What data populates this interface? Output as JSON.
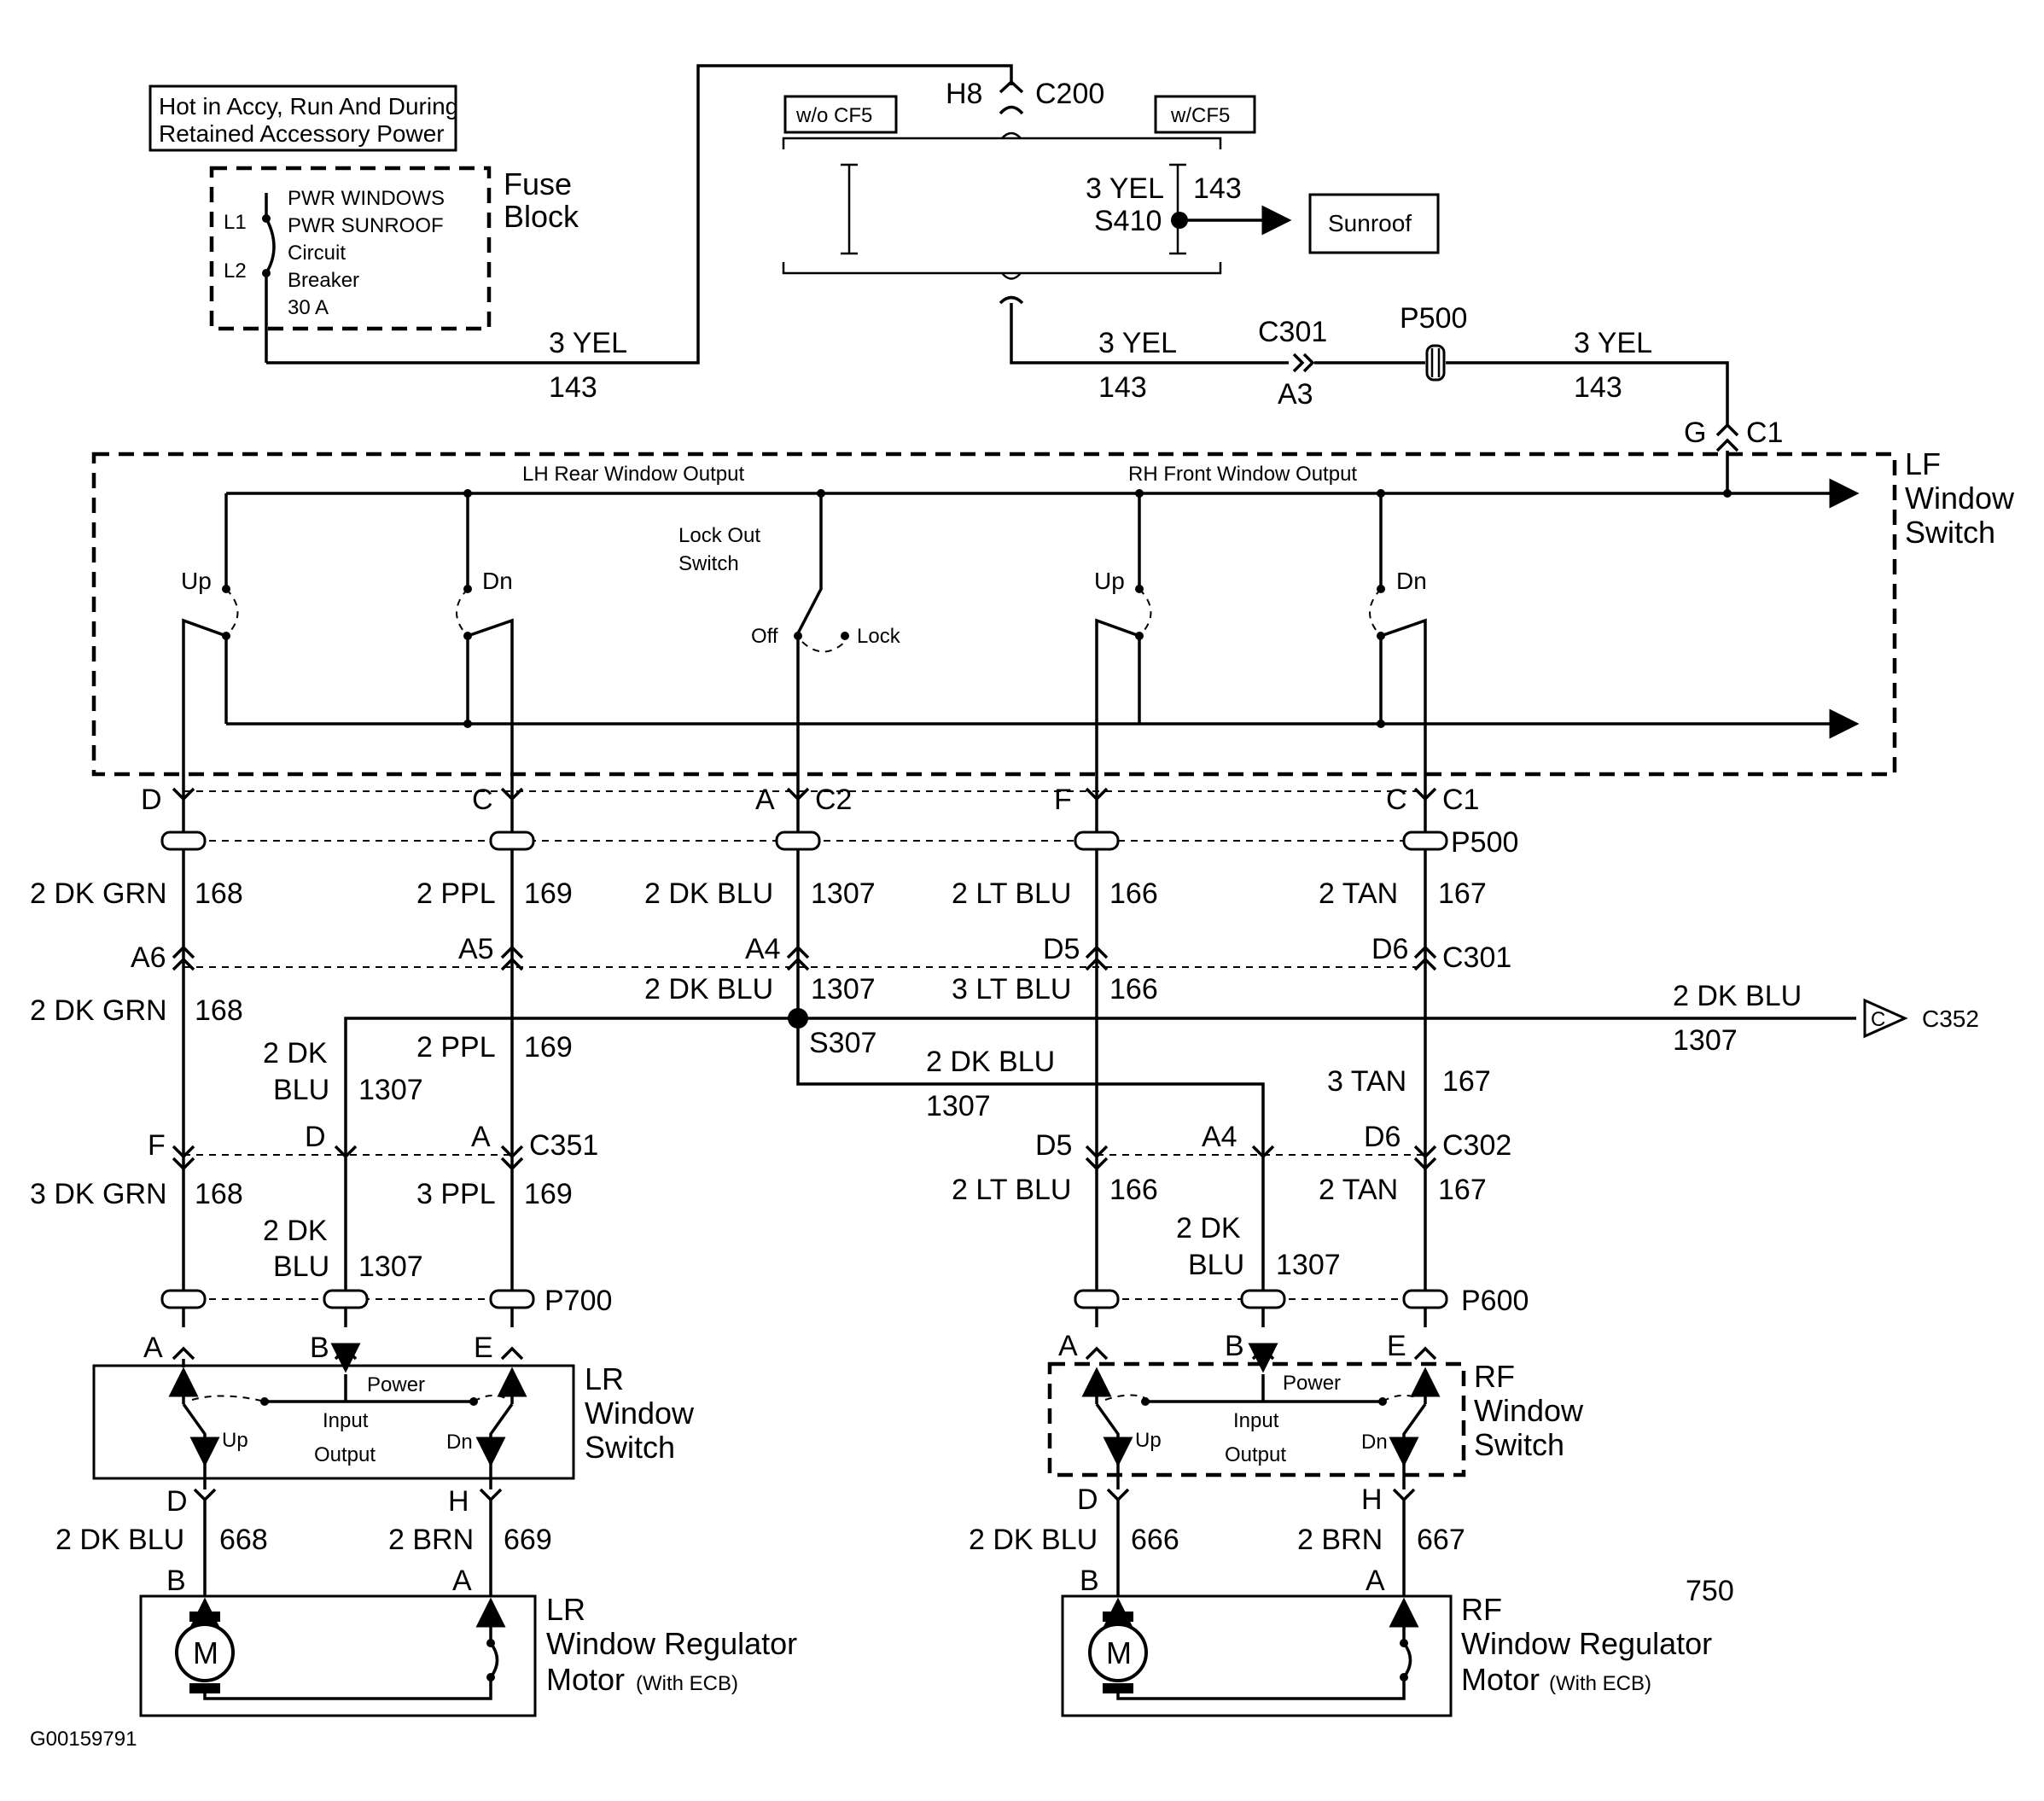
{
  "texts": {
    "hot_note_1": "Hot in Accy, Run And During",
    "hot_note_2": "Retained Accessory Power",
    "fuse_block_1": "Fuse",
    "fuse_block_2": "Block",
    "l1": "L1",
    "l2": "L2",
    "breaker_1": "PWR WINDOWS",
    "breaker_2": "PWR SUNROOF",
    "breaker_3": "Circuit",
    "breaker_4": "Breaker",
    "breaker_5": "30 A",
    "wo_cf5": "w/o CF5",
    "w_cf5": "w/CF5",
    "h8": "H8",
    "c200": "C200",
    "yel3_top": "3 YEL",
    "c143_top": "143",
    "s410": "S410",
    "sunroof": "Sunroof",
    "yel3_left": "3 YEL",
    "c143_left": "143",
    "yel3_mid": "3 YEL",
    "c143_mid": "143",
    "c301_top": "C301",
    "a3": "A3",
    "p500_top": "P500",
    "yel3_right": "3 YEL",
    "c143_right": "143",
    "g": "G",
    "c1_top": "C1",
    "lf_1": "LF",
    "lf_2": "Window",
    "lf_3": "Switch",
    "lh_rear_out": "LH Rear Window Output",
    "rh_front_out": "RH Front Window Output",
    "lockout_1": "Lock Out",
    "lockout_2": "Switch",
    "up_1": "Up",
    "dn_1": "Dn",
    "off": "Off",
    "lock": "Lock",
    "up_2": "Up",
    "dn_2": "Dn",
    "pin_d": "D",
    "pin_c": "C",
    "pin_a": "A",
    "c2": "C2",
    "pin_f": "F",
    "pin_c2": "C",
    "c1_mid": "C1",
    "p500_mid": "P500",
    "w168": "2 DK GRN",
    "n168": "168",
    "w169": "2 PPL",
    "n169": "169",
    "w1307": "2 DK BLU",
    "n1307": "1307",
    "w166": "2 LT BLU",
    "n166": "166",
    "w167": "2 TAN",
    "n167": "167",
    "a6": "A6",
    "a5": "A5",
    "a4": "A4",
    "d5": "D5",
    "d6": "D6",
    "c301_mid": "C301",
    "w168b": "2 DK GRN",
    "n168b": "168",
    "w1307b": "2 DK BLU",
    "n1307b": "1307",
    "w166b": "3 LT BLU",
    "n166b": "166",
    "w1307c": "2 DK BLU",
    "n1307c": "1307",
    "c352": "C352",
    "c352_tag": "C",
    "w1307d_1": "2 DK",
    "w1307d_2": "BLU",
    "n1307d": "1307",
    "w169b": "2 PPL",
    "n169b": "169",
    "s307": "S307",
    "w1307e": "2 DK BLU",
    "n1307e": "1307",
    "w167b": "3 TAN",
    "n167b": "167",
    "f_c351": "F",
    "d_c351": "D",
    "a_c351": "A",
    "c351": "C351",
    "d5_c302": "D5",
    "a4_c302": "A4",
    "d6_c302": "D6",
    "c302": "C302",
    "w168c": "3 DK GRN",
    "n168c": "168",
    "w1307f_1": "2 DK",
    "w1307f_2": "BLU",
    "n1307f": "1307",
    "w169c": "3 PPL",
    "n169c": "169",
    "w166c": "2 LT BLU",
    "n166c": "166",
    "w1307g_1": "2 DK",
    "w1307g_2": "BLU",
    "n1307g": "1307",
    "w167c": "2 TAN",
    "n167c": "167",
    "p700": "P700",
    "p600": "P600",
    "lr_a": "A",
    "lr_b": "B",
    "lr_e": "E",
    "rf_a": "A",
    "rf_b": "B",
    "rf_e": "E",
    "power_l": "Power",
    "input_l": "Input",
    "output_l": "Output",
    "up_l": "Up",
    "dn_l": "Dn",
    "power_r": "Power",
    "input_r": "Input",
    "output_r": "Output",
    "up_r": "Up",
    "dn_r": "Dn",
    "lr_sw_1": "LR",
    "lr_sw_2": "Window",
    "lr_sw_3": "Switch",
    "rf_sw_1": "RF",
    "rf_sw_2": "Window",
    "rf_sw_3": "Switch",
    "lr_d": "D",
    "lr_h": "H",
    "rf_d": "D",
    "rf_h": "H",
    "w668": "2 DK BLU",
    "n668": "668",
    "w669": "2 BRN",
    "n669": "669",
    "w666": "2 DK BLU",
    "n666": "666",
    "w667": "2 BRN",
    "n667": "667",
    "lr_mb": "B",
    "lr_ma": "A",
    "rf_mb": "B",
    "rf_ma": "A",
    "motor_m1": "M",
    "motor_m2": "M",
    "lr_mot_1": "LR",
    "lr_mot_2": "Window Regulator",
    "lr_mot_3": "Motor",
    "lr_mot_4": "(With ECB)",
    "rf_mot_1": "RF",
    "rf_mot_2": "Window Regulator",
    "rf_mot_3": "Motor",
    "rf_mot_4": "(With ECB)",
    "page_no": "750",
    "fig_id": "G00159791"
  }
}
